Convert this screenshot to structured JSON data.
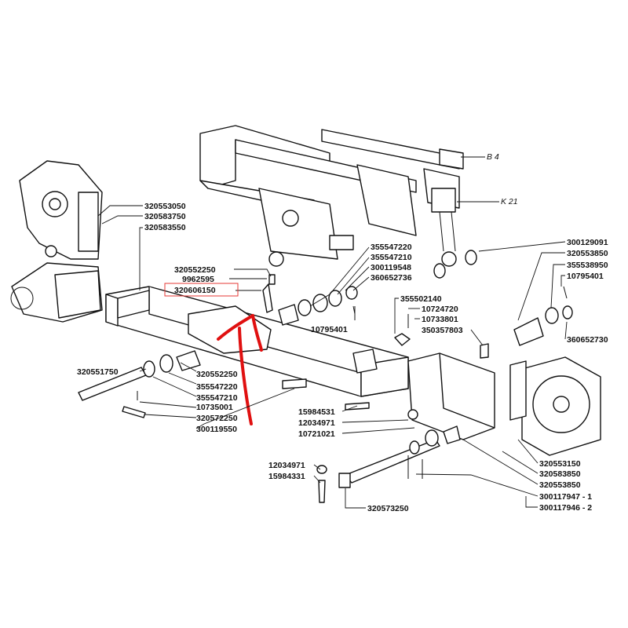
{
  "highlight": {
    "color": "#e53935",
    "marker_color": "#e01010"
  },
  "refs": {
    "b4": "B 4",
    "k21": "K 21"
  },
  "labels": [
    "320553050",
    "320583750",
    "320583550",
    "320552250",
    "9962595",
    "320606150",
    "320551750",
    "320552250",
    "355547220",
    "355547210",
    "10735001",
    "320572250",
    "300119550",
    "355547220",
    "355547210",
    "300119548",
    "360652736",
    "10795401",
    "355502140",
    "10724720",
    "10733801",
    "350357803",
    "300129091",
    "320553850",
    "355538950",
    "10795401",
    "360652730",
    "15984531",
    "12034971",
    "10721021",
    "12034971",
    "15984331",
    "320573250",
    "320553150",
    "320583850",
    "320553850",
    "300117947 - 1",
    "300117946 - 2"
  ]
}
